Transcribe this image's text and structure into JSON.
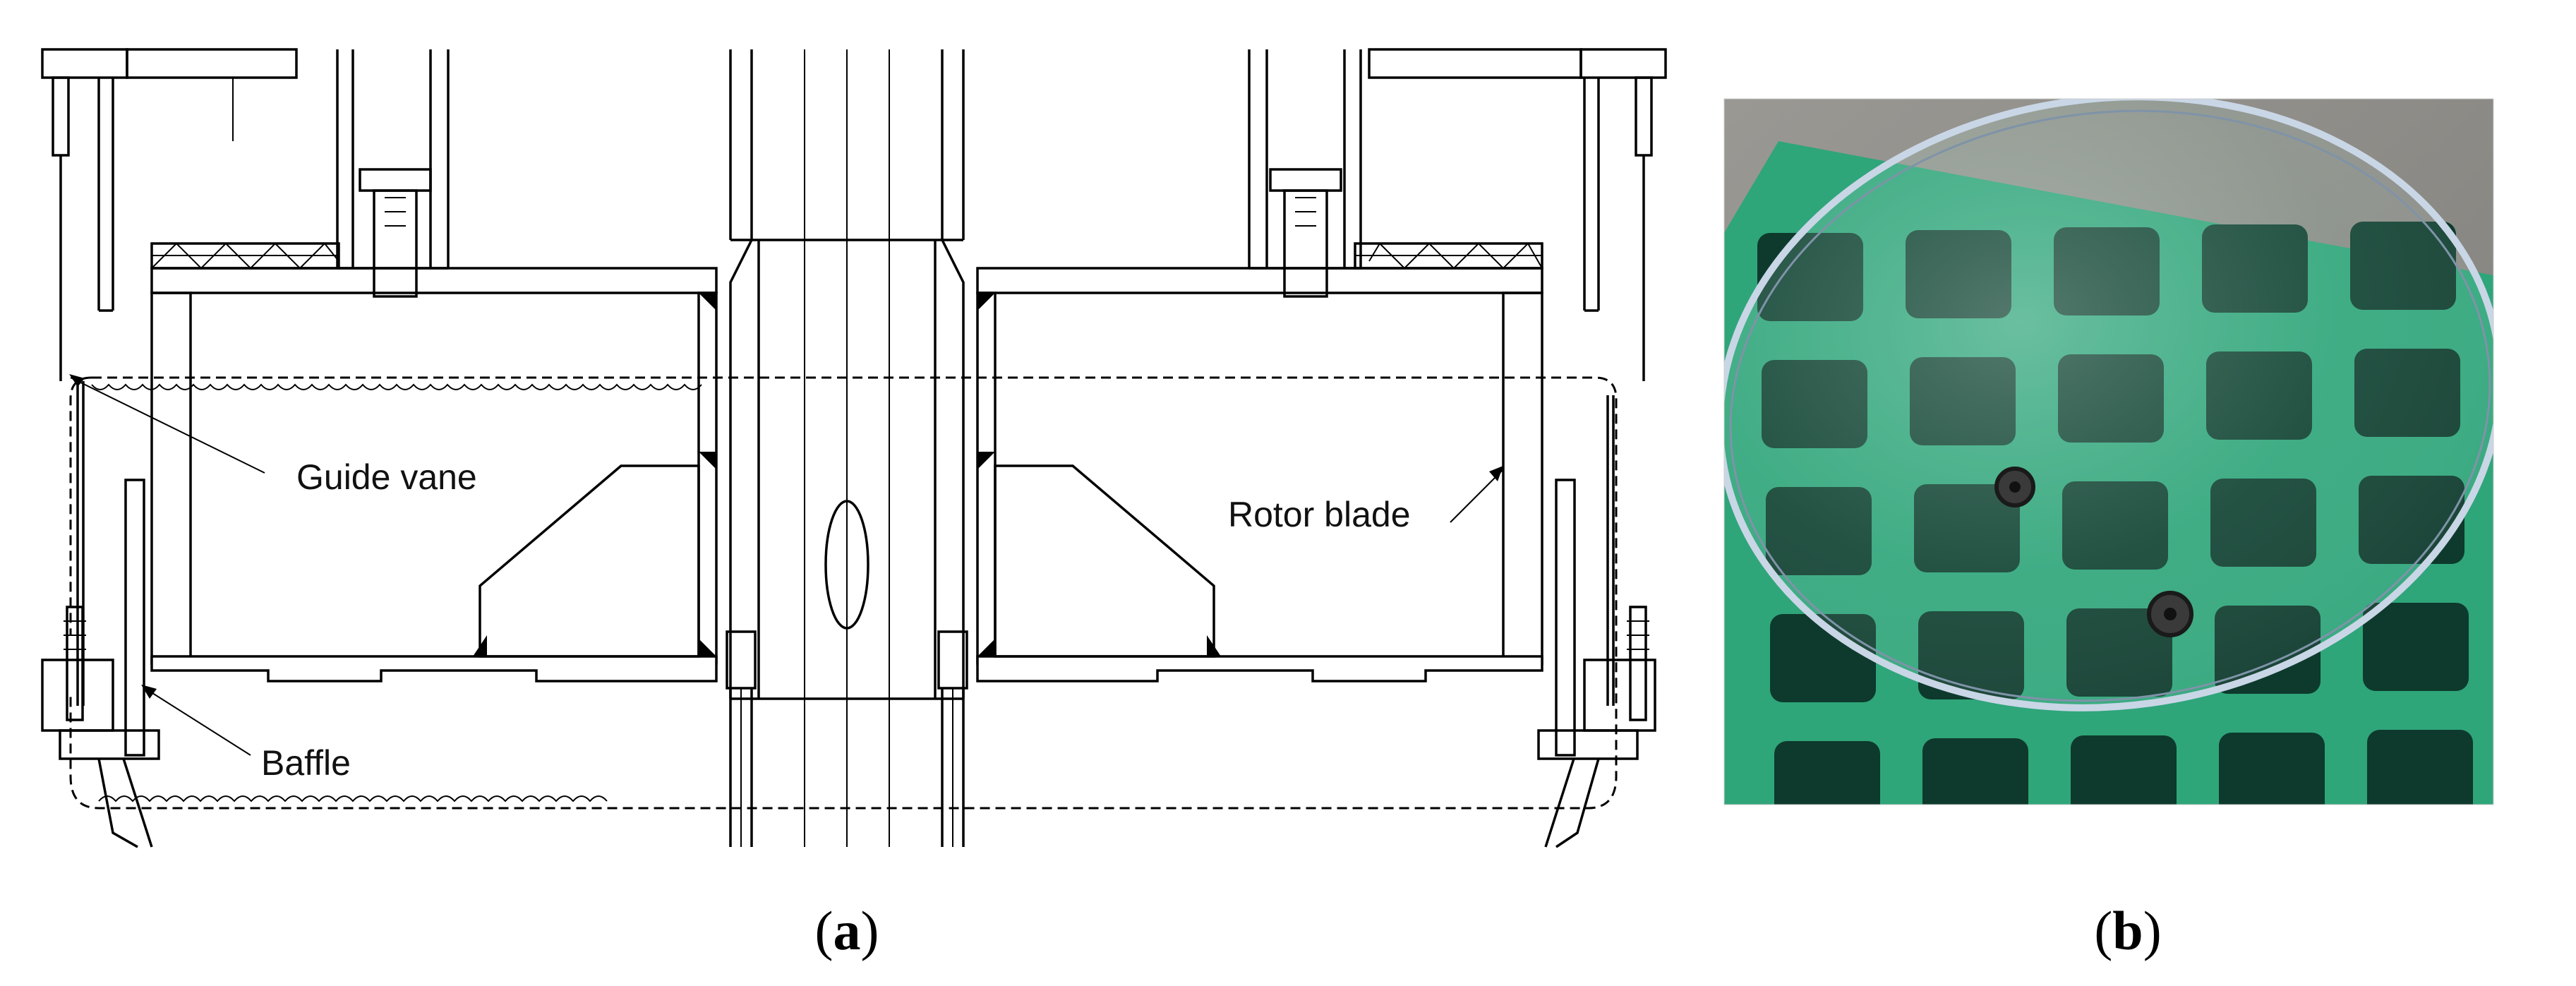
{
  "panels": [
    {
      "id": "a",
      "label_open": "(",
      "label_letter": "a",
      "label_close": ")",
      "callouts": {
        "guide_vane": "Guide vane",
        "rotor_blade": "Rotor blade",
        "baffle": "Baffle"
      }
    },
    {
      "id": "b",
      "label_open": "(",
      "label_letter": "b",
      "label_close": ")"
    }
  ],
  "colors": {
    "drawing_line": "#000000",
    "grating_green": "#2fa57a",
    "grating_holes": "#0d3a2c",
    "asphalt": "#8e8c88",
    "acrylic_edge": "#c9d6e6"
  }
}
